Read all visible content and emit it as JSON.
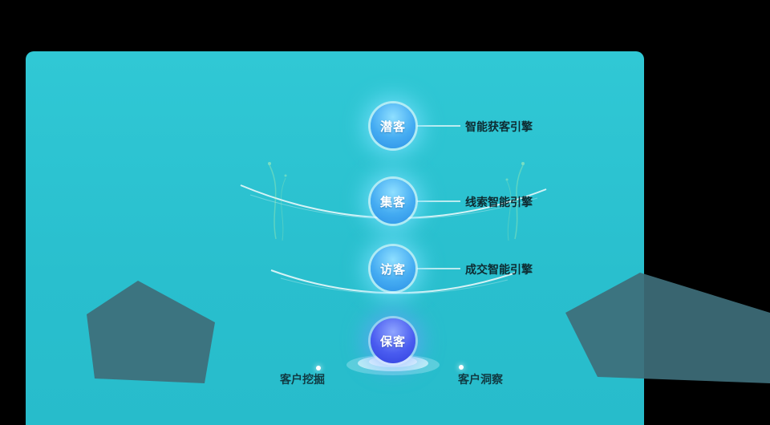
{
  "funnel": {
    "stages": [
      {
        "label": "潜客",
        "engine_label": "智能获客引擎"
      },
      {
        "label": "集客",
        "engine_label": "线索智能引擎"
      },
      {
        "label": "访客",
        "engine_label": "成交智能引擎"
      },
      {
        "label": "保客"
      }
    ]
  },
  "footer": {
    "markers": [
      {
        "label": "客户挖掘"
      },
      {
        "label": "客户洞察"
      }
    ]
  },
  "colors": {
    "panel_teal": "#2bc3d1",
    "stage_blue": "#2f9df0",
    "stage_deep_blue": "#3a4fe0",
    "label_text": "#0e2b31",
    "glow_cyan": "#8ce1ff",
    "mountain_dark_teal": "#3e6e79"
  }
}
